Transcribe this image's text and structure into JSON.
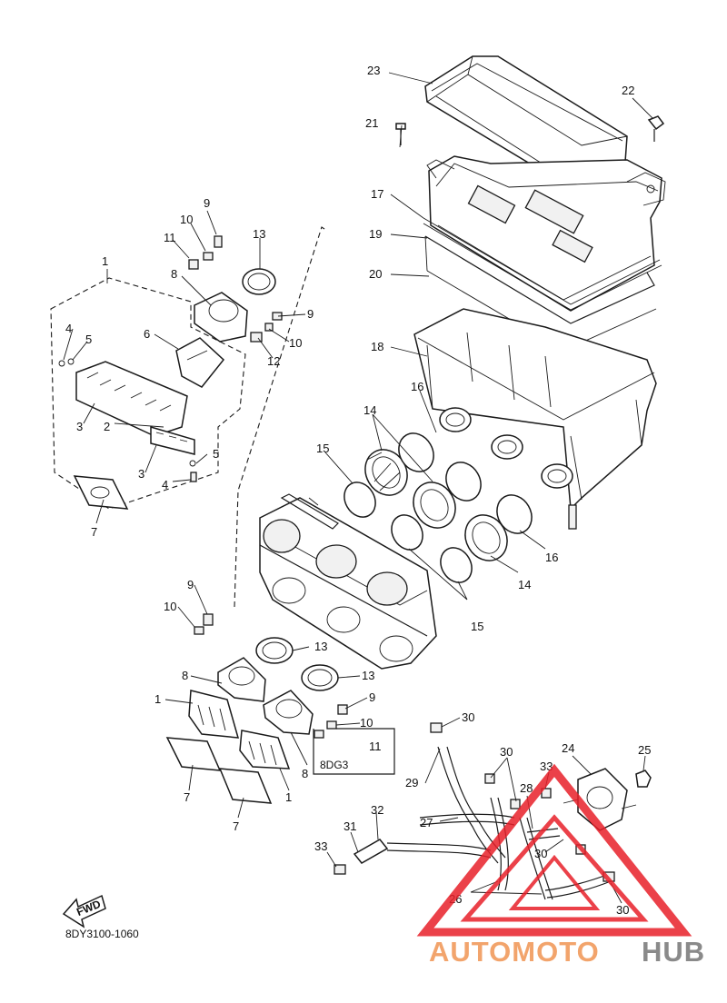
{
  "diagram_code": "8DY3100-1060",
  "variant_code": "8DG3",
  "fwd_label": "FWD",
  "watermark": {
    "part1": "AUTOMOTO",
    "part2": "HUB",
    "color1": "#f2a46c",
    "color2": "#8a8a8a",
    "triangle_color": "#e8202a"
  },
  "callouts": {
    "c1a": "1",
    "c1b": "1",
    "c1c": "1",
    "c2": "2",
    "c3a": "3",
    "c3b": "3",
    "c4a": "4",
    "c4b": "4",
    "c5a": "5",
    "c5b": "5",
    "c6": "6",
    "c7a": "7",
    "c7b": "7",
    "c7c": "7",
    "c8a": "8",
    "c8b": "8",
    "c8c": "8",
    "c9a": "9",
    "c9b": "9",
    "c9c": "9",
    "c9d": "9",
    "c10a": "10",
    "c10b": "10",
    "c10c": "10",
    "c10d": "10",
    "c11a": "11",
    "c11b": "11",
    "c12": "12",
    "c13a": "13",
    "c13b": "13",
    "c13c": "13",
    "c14a": "14",
    "c14b": "14",
    "c15a": "15",
    "c15b": "15",
    "c16a": "16",
    "c16b": "16",
    "c17": "17",
    "c18": "18",
    "c19": "19",
    "c20": "20",
    "c21": "21",
    "c22": "22",
    "c23": "23",
    "c24": "24",
    "c25": "25",
    "c26": "26",
    "c27": "27",
    "c28": "28",
    "c29": "29",
    "c30a": "30",
    "c30b": "30",
    "c30c": "30",
    "c30d": "30",
    "c31": "31",
    "c32": "32",
    "c33a": "33",
    "c33b": "33"
  }
}
